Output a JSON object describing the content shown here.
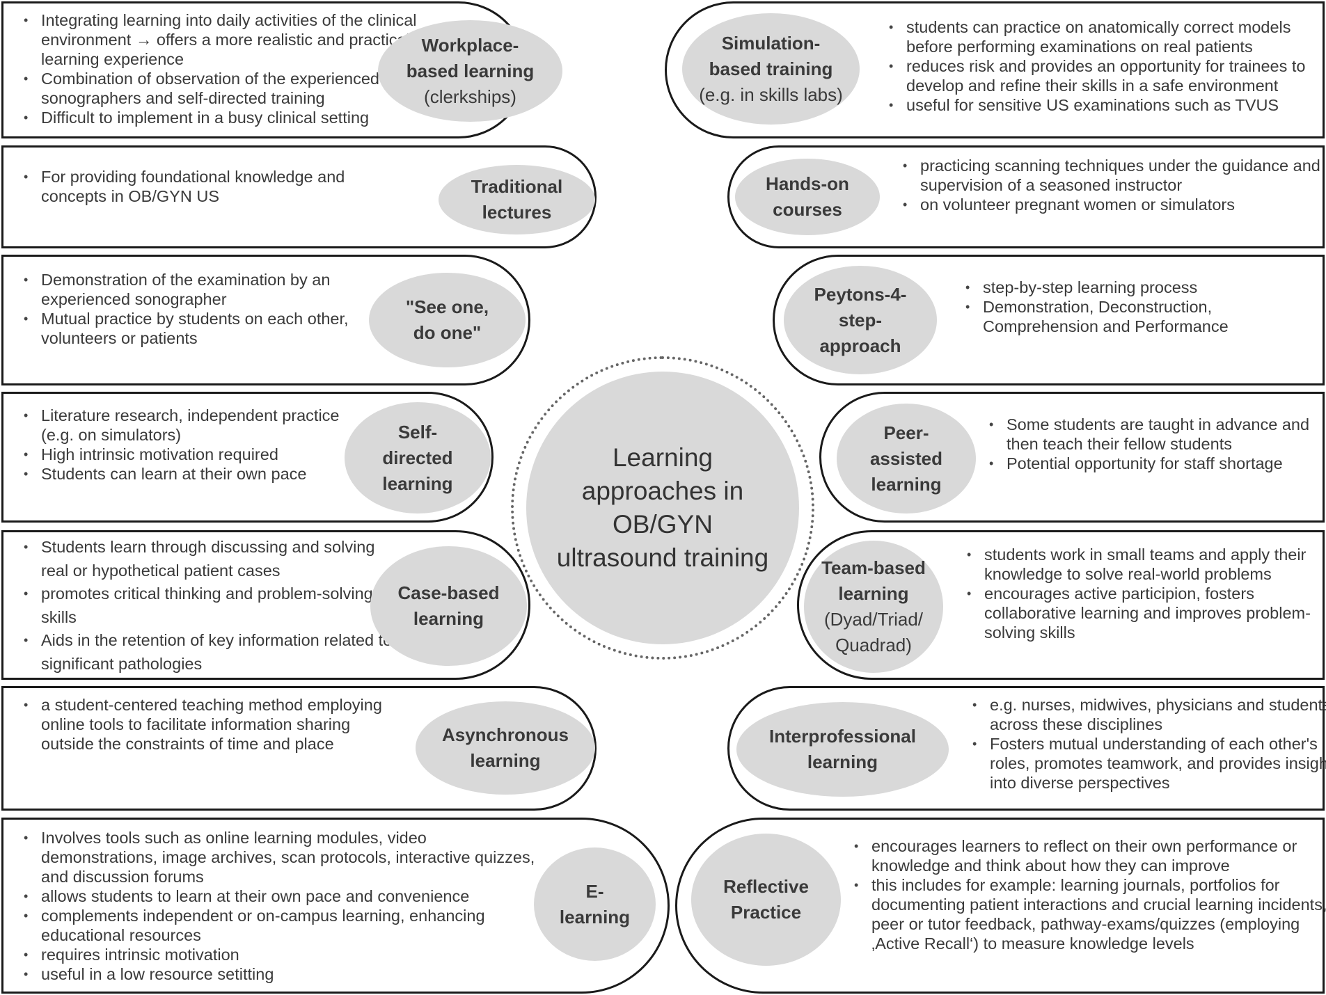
{
  "center": {
    "title": "Learning\napproaches in\nOB/GYN\nultrasound training"
  },
  "left": [
    {
      "title": "Workplace-\nbased learning",
      "subtitle": "(clerkships)",
      "bullets": [
        "Integrating learning into daily activities of the clinical environment → offers a more realistic and practical learning experience",
        "Combination of observation of the experienced sonographers and self-directed training",
        "Difficult to implement in a busy clinical setting"
      ]
    },
    {
      "title": "Traditional\nlectures",
      "subtitle": "",
      "bullets": [
        "For providing foundational knowledge and concepts in OB/GYN US"
      ]
    },
    {
      "title": "\"See one,\ndo one\"",
      "subtitle": "",
      "bullets": [
        "Demonstration of the examination by an experienced sonographer",
        "Mutual practice by students on each other, volunteers or patients"
      ]
    },
    {
      "title": "Self-\ndirected\nlearning",
      "subtitle": "",
      "bullets": [
        "Literature research, independent practice (e.g. on simulators)",
        "High intrinsic motivation required",
        "Students can learn at their own pace"
      ]
    },
    {
      "title": "Case-based\nlearning",
      "subtitle": "",
      "bullets": [
        "Students learn through discussing and solving real or hypothetical patient cases",
        "promotes critical thinking and problem-solving skills",
        "Aids in the retention of key information related to significant pathologies"
      ]
    },
    {
      "title": "Asynchronous\nlearning",
      "subtitle": "",
      "bullets": [
        "a student-centered teaching method employing online tools to facilitate information sharing outside the constraints of time and place"
      ]
    },
    {
      "title": "E-\nlearning",
      "subtitle": "",
      "bullets": [
        "Involves tools such as online learning modules, video demonstrations, image archives, scan protocols, interactive quizzes, and discussion forums",
        "allows students to learn at their own pace and convenience",
        "complements independent or on-campus learning, enhancing educational resources",
        "requires intrinsic motivation",
        "useful in a low resource setitting"
      ]
    }
  ],
  "right": [
    {
      "title": "Simulation-\nbased training",
      "subtitle": "(e.g. in skills labs)",
      "bullets": [
        "students can practice on anatomically correct models before performing examinations on real patients",
        "reduces risk and provides an opportunity for trainees to develop and refine their skills in a safe environment",
        "useful for sensitive US examinations such as TVUS"
      ]
    },
    {
      "title": "Hands-on\ncourses",
      "subtitle": "",
      "bullets": [
        "practicing scanning techniques under the guidance and supervision of a seasoned instructor",
        "on volunteer pregnant women or simulators"
      ]
    },
    {
      "title": "Peytons-4-\nstep-\napproach",
      "subtitle": "",
      "bullets": [
        "step-by-step learning process",
        "Demonstration, Deconstruction, Comprehension and Performance"
      ]
    },
    {
      "title": "Peer-\nassisted\nlearning",
      "subtitle": "",
      "bullets": [
        "Some students are taught in advance and then teach their fellow students",
        "Potential opportunity for staff shortage"
      ]
    },
    {
      "title": "Team-based\nlearning",
      "subtitle": "(Dyad/Triad/\nQuadrad)",
      "bullets": [
        "students work in small teams and apply their knowledge to solve real-world problems",
        "encourages active participion, fosters collaborative learning and improves problem-solving skills"
      ]
    },
    {
      "title": "Interprofessional\nlearning",
      "subtitle": "",
      "bullets": [
        "e.g. nurses, midwives, physicians and students across these disciplines",
        "Fosters mutual understanding of each other's roles, promotes teamwork, and provides insights into diverse perspectives"
      ]
    },
    {
      "title": "Reflective\nPractice",
      "subtitle": "",
      "bullets": [
        "encourages learners to reflect on their own performance or knowledge and think about how they can improve",
        "this includes for example: learning journals, portfolios for documenting patient interactions and crucial learning incidents, peer or tutor feedback, pathway-exams/quizzes (employing ‚Active Recall‘) to measure knowledge levels"
      ]
    }
  ]
}
